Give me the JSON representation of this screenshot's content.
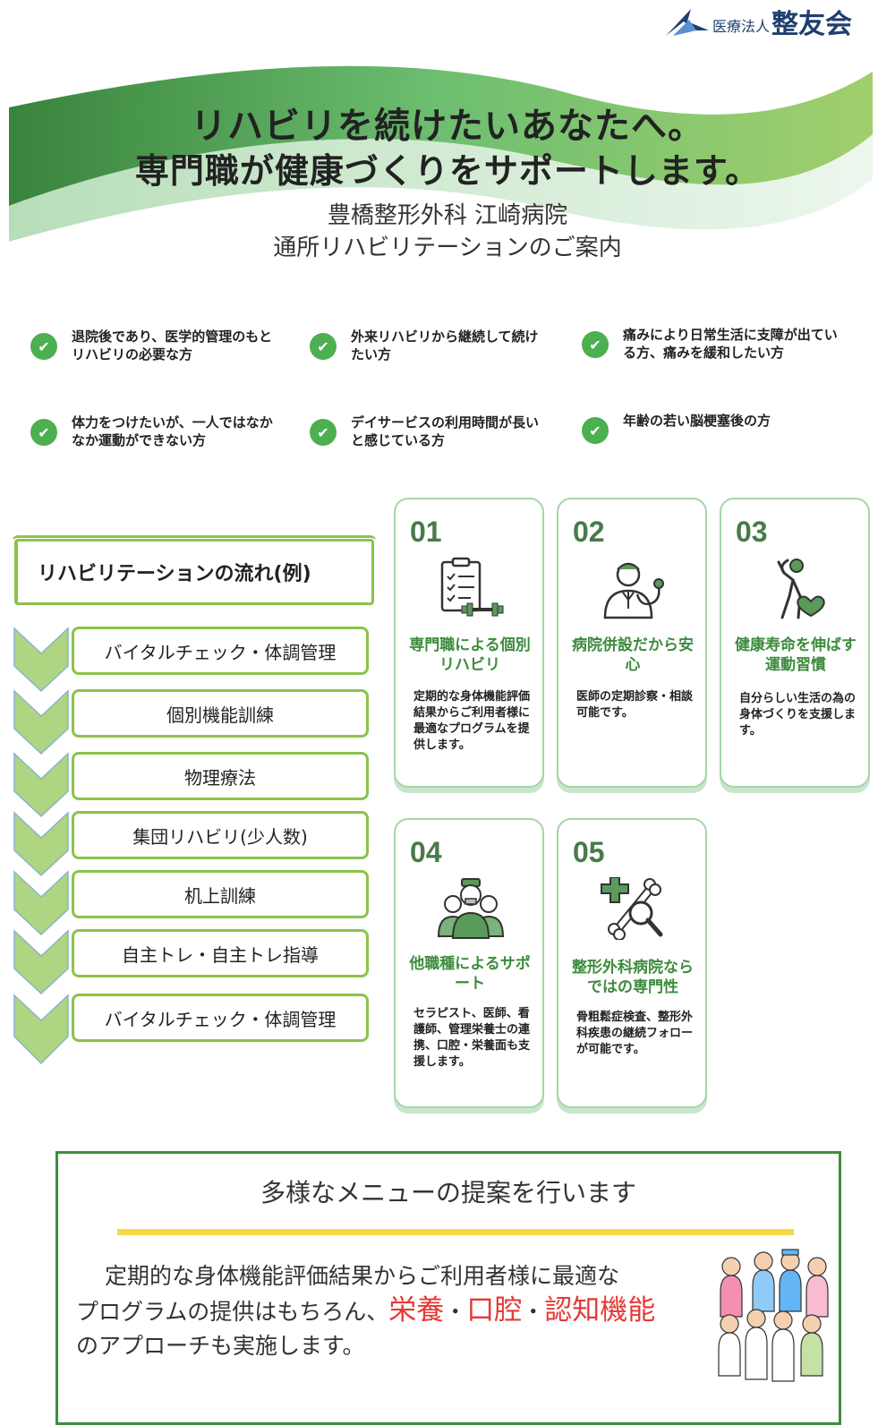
{
  "logo": {
    "sub": "医療法人",
    "main": "整友会"
  },
  "hero": {
    "title1": "リハビリを続けたいあなたへ。",
    "title2": "専門職が健康づくりをサポートします。",
    "sub1": "豊橋整形外科 江崎病院",
    "sub2": "通所リハビリテーションのご案内"
  },
  "checks": [
    {
      "text": "退院後であり、医学的管理のもとリハビリの必要な方"
    },
    {
      "text": "外来リハビリから継続して続けたい方"
    },
    {
      "text": "痛みにより日常生活に支障が出ている方、痛みを緩和したい方"
    },
    {
      "text": "体力をつけたいが、一人ではなかなか運動ができない方"
    },
    {
      "text": "デイサービスの利用時間が長いと感じている方"
    },
    {
      "text": "年齢の若い脳梗塞後の方"
    }
  ],
  "flow": {
    "title": "リハビリテーションの流れ(例)",
    "steps": [
      "バイタルチェック・体調管理",
      "個別機能訓練",
      "物理療法",
      "集団リハビリ(少人数)",
      "机上訓練",
      "自主トレ・自主トレ指導",
      "バイタルチェック・体調管理"
    ]
  },
  "cards": [
    {
      "num": "01",
      "title": "専門職による個別リハビリ",
      "desc": "定期的な身体機能評価結果からご利用者様に最適なプログラムを提供します。",
      "icon": "clipboard-dumbbell-icon"
    },
    {
      "num": "02",
      "title": "病院併設だから安心",
      "desc": "医師の定期診察・相談可能です。",
      "icon": "doctor-stethoscope-icon"
    },
    {
      "num": "03",
      "title": "健康寿命を伸ばす運動習慣",
      "desc": "自分らしい生活の為の身体づくりを支援します。",
      "icon": "exercise-heart-icon"
    },
    {
      "num": "04",
      "title": "他職種によるサポート",
      "desc": "セラピスト、医師、看護師、管理栄養士の連携、口腔・栄養面も支援します。",
      "icon": "medical-team-icon"
    },
    {
      "num": "05",
      "title": "整形外科病院ならではの専門性",
      "desc": "骨粗鬆症検査、整形外科疾患の継続フォローが可能です。",
      "icon": "bone-magnifier-icon"
    }
  ],
  "bottom": {
    "title": "多様なメニューの提案を行います",
    "line1": "定期的な身体機能評価結果からご利用者様に最適な",
    "line2_pre": "プログラムの提供はもちろん、",
    "hl1": "栄養",
    "sep1": "・",
    "hl2": "口腔",
    "sep2": "・",
    "hl3": "認知機能",
    "line3": "のアプローチも実施します。"
  },
  "colors": {
    "green": "#4caf50",
    "light_green": "#8bc34a",
    "dark_green": "#3f8d3f",
    "highlight_red": "#e53935",
    "yellow_line": "#f5d84a",
    "logo_navy": "#1f3f6e"
  }
}
